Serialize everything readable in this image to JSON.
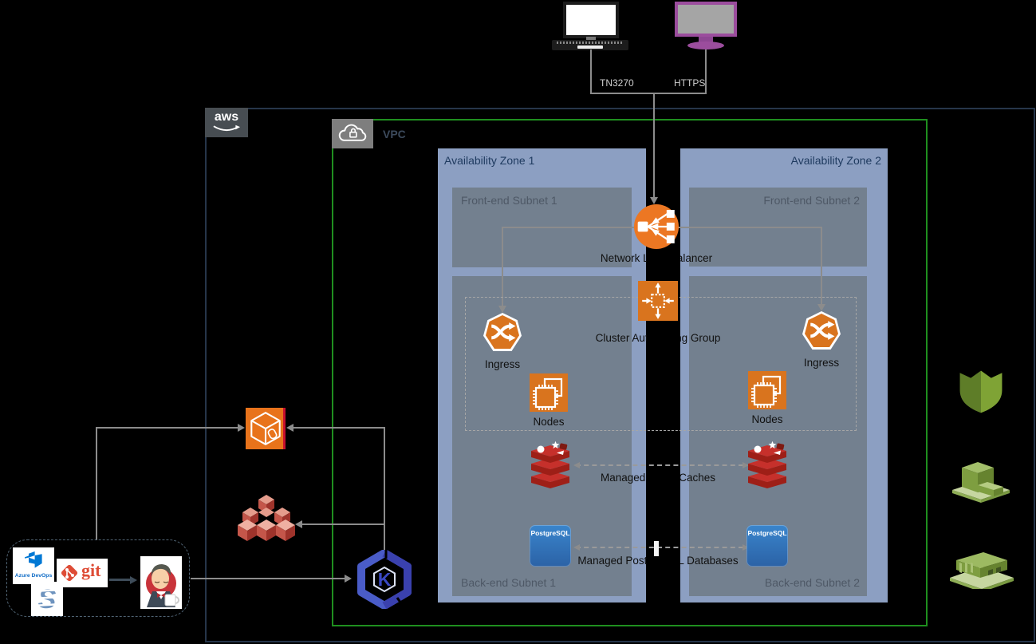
{
  "clients": {
    "terminal_label": "TN3270",
    "browser_label": "HTTPS"
  },
  "aws": {
    "logo_text": "aws"
  },
  "vpc": {
    "label": "VPC"
  },
  "zones": [
    {
      "label": "Availability Zone 1",
      "front_subnet_label": "Front-end Subnet 1",
      "back_subnet_label": "Back-end Subnet 1",
      "ingress_label": "Ingress",
      "nodes_label": "Nodes",
      "postgres_badge": "PostgreSQL"
    },
    {
      "label": "Availability Zone 2",
      "front_subnet_label": "Front-end Subnet 2",
      "back_subnet_label": "Back-end Subnet 2",
      "ingress_label": "Ingress",
      "nodes_label": "Nodes",
      "postgres_badge": "PostgreSQL"
    }
  ],
  "services": {
    "nlb_label": "Network Load Balancer",
    "autoscaling_label": "Cluster Autoscaling Group",
    "redis_label": "Managed Redis Caches",
    "postgres_label": "Managed PostgreSQL Databases",
    "eks_letter": "K"
  },
  "pipeline": {
    "azure_devops_label": "Azure DevOps",
    "git_label": "git",
    "s_logo_letter": "S"
  },
  "colors": {
    "aws_border": "#26354A",
    "vpc_border": "#1F8F1F",
    "az_fill": "#8C9FC2",
    "subnet_fill": "#73808F",
    "icon_orange": "#D9741E",
    "nlb_orange": "#EC7723",
    "redis_red": "#C6302B",
    "postgres_blue": "#2F76BC",
    "monitor_purple": "#9B4D9D",
    "green_icon": "#7A9E3B",
    "line_gray": "#8C8C8C"
  }
}
